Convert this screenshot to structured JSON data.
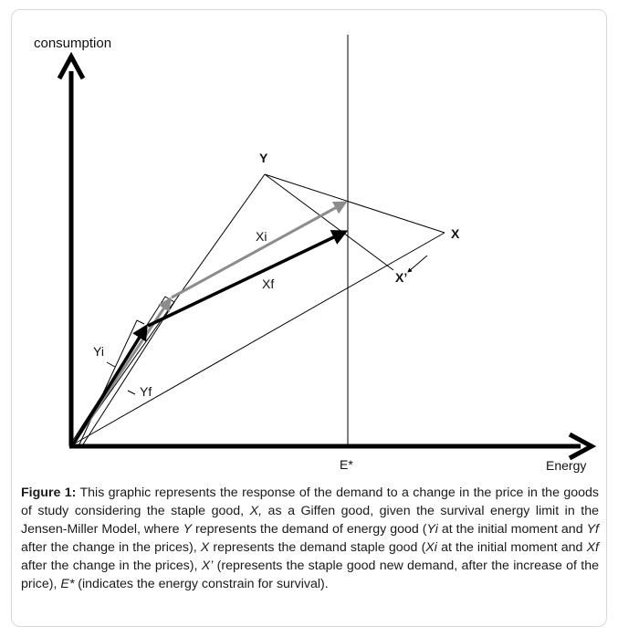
{
  "diagram": {
    "y_axis_label": "consumption",
    "x_axis_label": "Energy",
    "e_star_label": "E*",
    "point_y": "Y",
    "point_x": "X",
    "point_x_prime": "X’",
    "vector_xi": "Xi",
    "vector_xf": "Xf",
    "vector_yi": "Yi",
    "vector_yf": "Yf"
  },
  "caption": {
    "figure_label": "Figure 1:",
    "parts": [
      {
        "t": " This graphic represents the response of the demand to a change in the price in the goods of study considering the staple good, ",
        "i": false
      },
      {
        "t": "X,",
        "i": true
      },
      {
        "t": " as a Giffen good, given the survival energy limit in the Jensen-Miller Model, where ",
        "i": false
      },
      {
        "t": "Y",
        "i": true
      },
      {
        "t": " represents the demand of energy good (",
        "i": false
      },
      {
        "t": "Yi",
        "i": true
      },
      {
        "t": " at the initial moment and ",
        "i": false
      },
      {
        "t": "Yf",
        "i": true
      },
      {
        "t": " after the change in the prices), ",
        "i": false
      },
      {
        "t": "X",
        "i": true
      },
      {
        "t": " represents the demand staple good (",
        "i": false
      },
      {
        "t": "Xi",
        "i": true
      },
      {
        "t": " at the initial moment and ",
        "i": false
      },
      {
        "t": "Xf",
        "i": true
      },
      {
        "t": " after the change in the prices), ",
        "i": false
      },
      {
        "t": "X’",
        "i": true
      },
      {
        "t": " (represents the staple good new demand, after the increase of the price), ",
        "i": false
      },
      {
        "t": "E*",
        "i": true
      },
      {
        "t": " (indicates the energy constrain for survival).",
        "i": false
      }
    ]
  }
}
